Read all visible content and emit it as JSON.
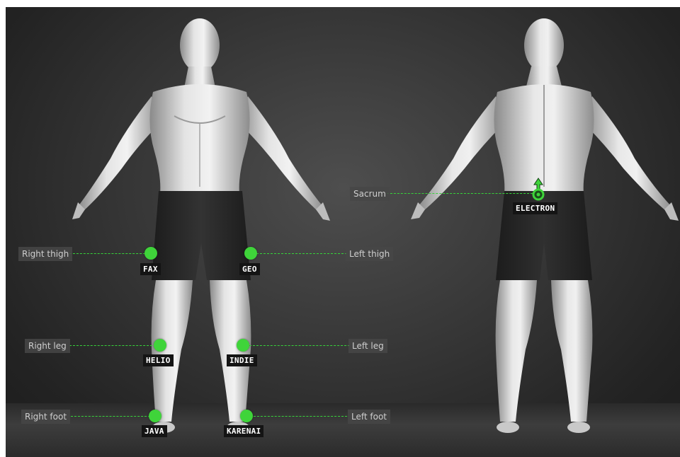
{
  "sensor_color": "#3fd43a",
  "front_view": {
    "sensors": [
      {
        "side_label": "Right thigh",
        "tag": "FAX"
      },
      {
        "side_label": "Left thigh",
        "tag": "GEO"
      },
      {
        "side_label": "Right leg",
        "tag": "HELIO"
      },
      {
        "side_label": "Left leg",
        "tag": "INDIE"
      },
      {
        "side_label": "Right foot",
        "tag": "JAVA"
      },
      {
        "side_label": "Left foot",
        "tag": "KARENAI"
      }
    ]
  },
  "back_view": {
    "sensors": [
      {
        "side_label": "Sacrum",
        "tag": "ELECTRON",
        "icon": "sensor-direction-icon"
      }
    ]
  }
}
